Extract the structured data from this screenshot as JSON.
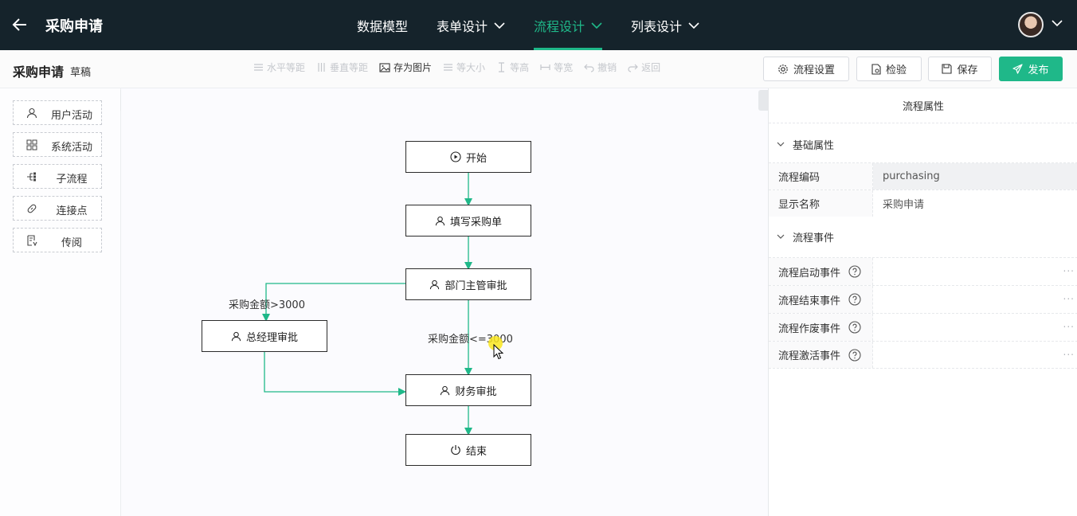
{
  "app": {
    "title": "采购申请"
  },
  "nav": [
    {
      "label": "数据模型",
      "dropdown": false,
      "active": false
    },
    {
      "label": "表单设计",
      "dropdown": true,
      "active": false
    },
    {
      "label": "流程设计",
      "dropdown": true,
      "active": true
    },
    {
      "label": "列表设计",
      "dropdown": true,
      "active": false
    }
  ],
  "toolbar": {
    "doc_title": "采购申请",
    "doc_status": "草稿",
    "tools": [
      {
        "label": "水平等距",
        "icon": "align-horizontal-icon",
        "enabled": false
      },
      {
        "label": "垂直等距",
        "icon": "align-vertical-icon",
        "enabled": false
      },
      {
        "label": "存为图片",
        "icon": "image-icon",
        "enabled": true
      },
      {
        "label": "等大小",
        "icon": "same-size-icon",
        "enabled": false
      },
      {
        "label": "等高",
        "icon": "same-height-icon",
        "enabled": false
      },
      {
        "label": "等宽",
        "icon": "same-width-icon",
        "enabled": false
      },
      {
        "label": "撤销",
        "icon": "undo-icon",
        "enabled": false
      },
      {
        "label": "返回",
        "icon": "redo-icon",
        "enabled": false
      }
    ],
    "settings_label": "流程设置",
    "check_label": "检验",
    "save_label": "保存",
    "publish_label": "发布"
  },
  "palette": [
    {
      "label": "用户活动",
      "icon": "user-icon"
    },
    {
      "label": "系统活动",
      "icon": "grid-icon"
    },
    {
      "label": "子流程",
      "icon": "subprocess-icon"
    },
    {
      "label": "连接点",
      "icon": "link-icon"
    },
    {
      "label": "传阅",
      "icon": "circulate-icon"
    }
  ],
  "flow": {
    "nodes": {
      "start": "开始",
      "fill": "填写采购单",
      "dept": "部门主管审批",
      "gm": "总经理审批",
      "finance": "财务审批",
      "end": "结束"
    },
    "edge_labels": {
      "gt": "采购金额>3000",
      "le": "采购金额<=3000"
    },
    "colors": {
      "edge": "#1fb889",
      "accent": "#1fb889"
    }
  },
  "properties": {
    "title": "流程属性",
    "basic_section": "基础属性",
    "basic_rows": [
      {
        "key": "流程编码",
        "value": "purchasing"
      },
      {
        "key": "显示名称",
        "value": "采购申请"
      }
    ],
    "event_section": "流程事件",
    "event_rows": [
      {
        "key": "流程启动事件",
        "value": ""
      },
      {
        "key": "流程结束事件",
        "value": ""
      },
      {
        "key": "流程作废事件",
        "value": ""
      },
      {
        "key": "流程激活事件",
        "value": ""
      }
    ],
    "more_icon": "···"
  }
}
